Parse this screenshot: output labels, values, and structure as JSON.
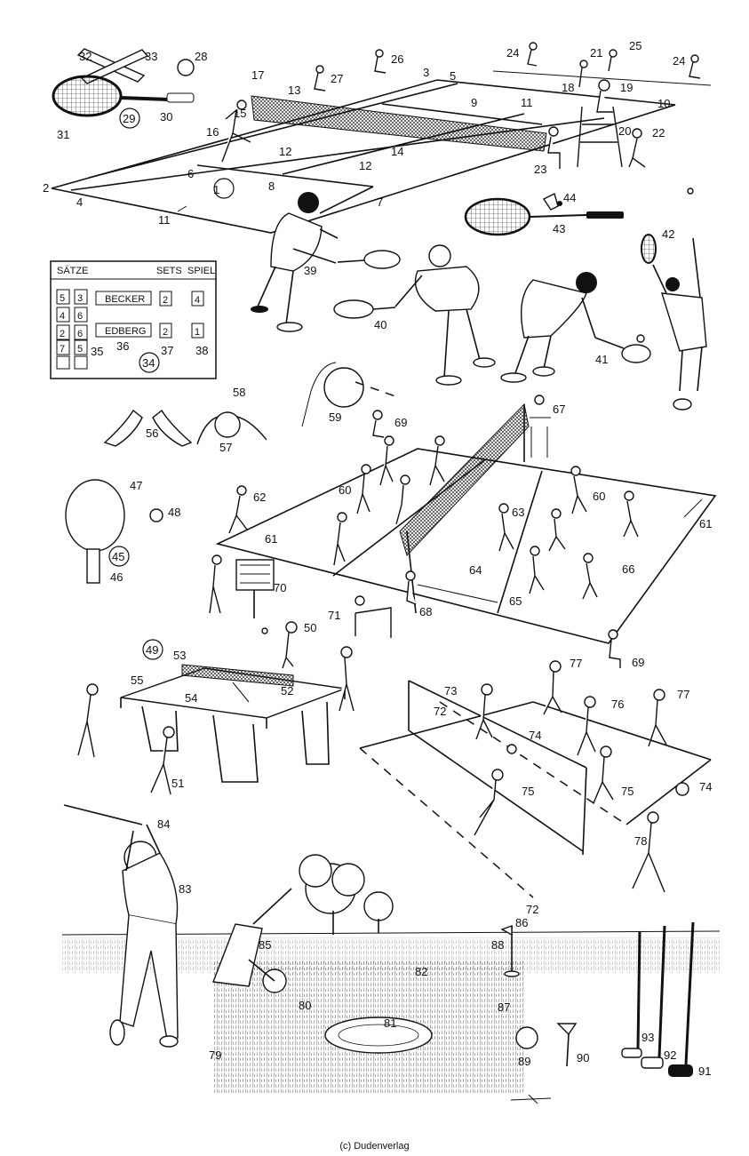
{
  "copyright": "(c) Dudenverlag",
  "scoreboard": {
    "header_saetze": "SÄTZE",
    "header_sets": "SETS",
    "header_spiel": "SPIEL",
    "player1": "BECKER",
    "player2": "EDBERG",
    "p1_sets": "2",
    "p1_games": "4",
    "p2_sets": "2",
    "p2_games": "1",
    "set_scores": [
      [
        "5",
        "3"
      ],
      [
        "4",
        "6"
      ],
      [
        "2",
        "6"
      ],
      [
        "7",
        "5"
      ]
    ]
  },
  "labels": {
    "n1": "1",
    "n2": "2",
    "n3": "3",
    "n4": "4",
    "n5": "5",
    "n6": "6",
    "n7": "7",
    "n8": "8",
    "n9": "9",
    "n10": "10",
    "n11a": "11",
    "n11b": "11",
    "n12a": "12",
    "n12b": "12",
    "n13": "13",
    "n14": "14",
    "n15": "15",
    "n16": "16",
    "n17": "17",
    "n18": "18",
    "n19": "19",
    "n20": "20",
    "n21": "21",
    "n22": "22",
    "n23": "23",
    "n24a": "24",
    "n24b": "24",
    "n25": "25",
    "n26": "26",
    "n27": "27",
    "n28": "28",
    "n29": "29",
    "n30": "30",
    "n31": "31",
    "n32": "32",
    "n33": "33",
    "n34": "34",
    "n35": "35",
    "n36": "36",
    "n37": "37",
    "n38": "38",
    "n39": "39",
    "n40": "40",
    "n41": "41",
    "n42": "42",
    "n43": "43",
    "n44": "44",
    "n45": "45",
    "n46": "46",
    "n47": "47",
    "n48": "48",
    "n49": "49",
    "n50": "50",
    "n51": "51",
    "n52": "52",
    "n53": "53",
    "n54": "54",
    "n55": "55",
    "n56": "56",
    "n57": "57",
    "n58": "58",
    "n59": "59",
    "n60a": "60",
    "n60b": "60",
    "n61a": "61",
    "n61b": "61",
    "n62": "62",
    "n63": "63",
    "n64": "64",
    "n65": "65",
    "n66": "66",
    "n67": "67",
    "n68": "68",
    "n69a": "69",
    "n69b": "69",
    "n70": "70",
    "n71": "71",
    "n72a": "72",
    "n72b": "72",
    "n73": "73",
    "n74a": "74",
    "n74b": "74",
    "n75a": "75",
    "n75b": "75",
    "n76": "76",
    "n77a": "77",
    "n77b": "77",
    "n78": "78",
    "n79": "79",
    "n80": "80",
    "n81": "81",
    "n82": "82",
    "n83": "83",
    "n84": "84",
    "n85": "85",
    "n86": "86",
    "n87": "87",
    "n88": "88",
    "n89": "89",
    "n90": "90",
    "n91": "91",
    "n92": "92",
    "n93": "93"
  }
}
